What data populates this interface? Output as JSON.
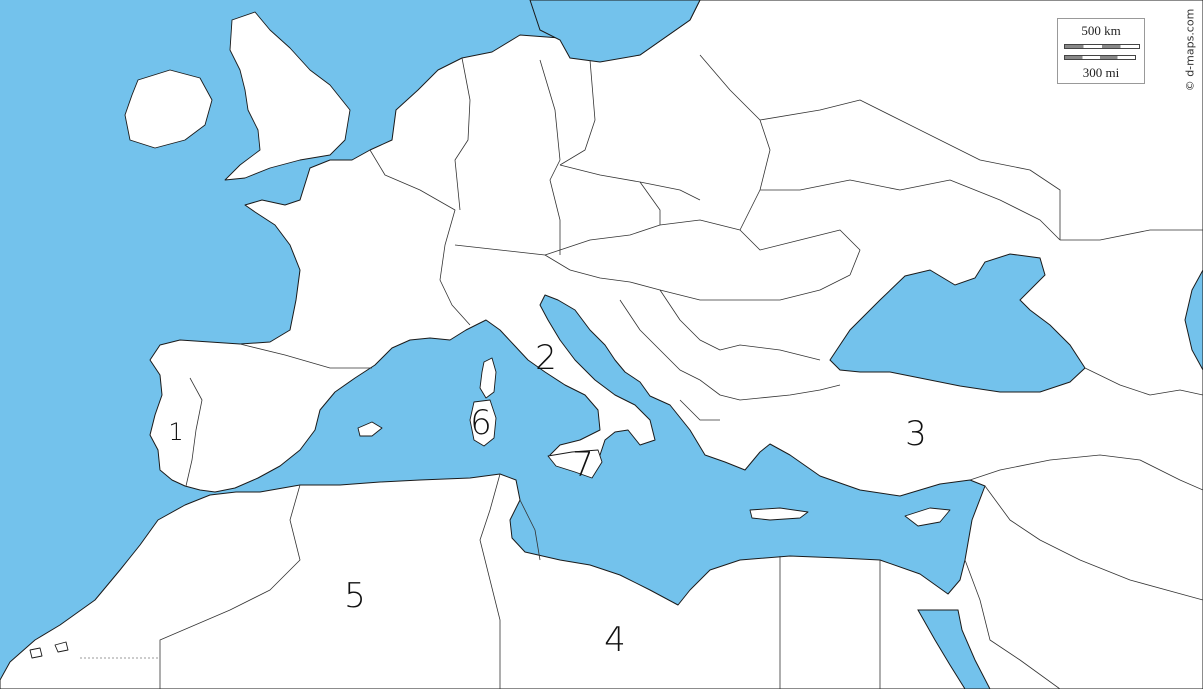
{
  "map": {
    "sea_color": "#73c2ec",
    "land_color": "#ffffff",
    "border_color": "#333333",
    "labels": {
      "l1": "1",
      "l2": "2",
      "l3": "3",
      "l4": "4",
      "l5": "5",
      "l6": "6",
      "l7": "7"
    },
    "scale": {
      "km": "500 km",
      "mi": "300 mi"
    },
    "credit": "© d-maps.com"
  }
}
